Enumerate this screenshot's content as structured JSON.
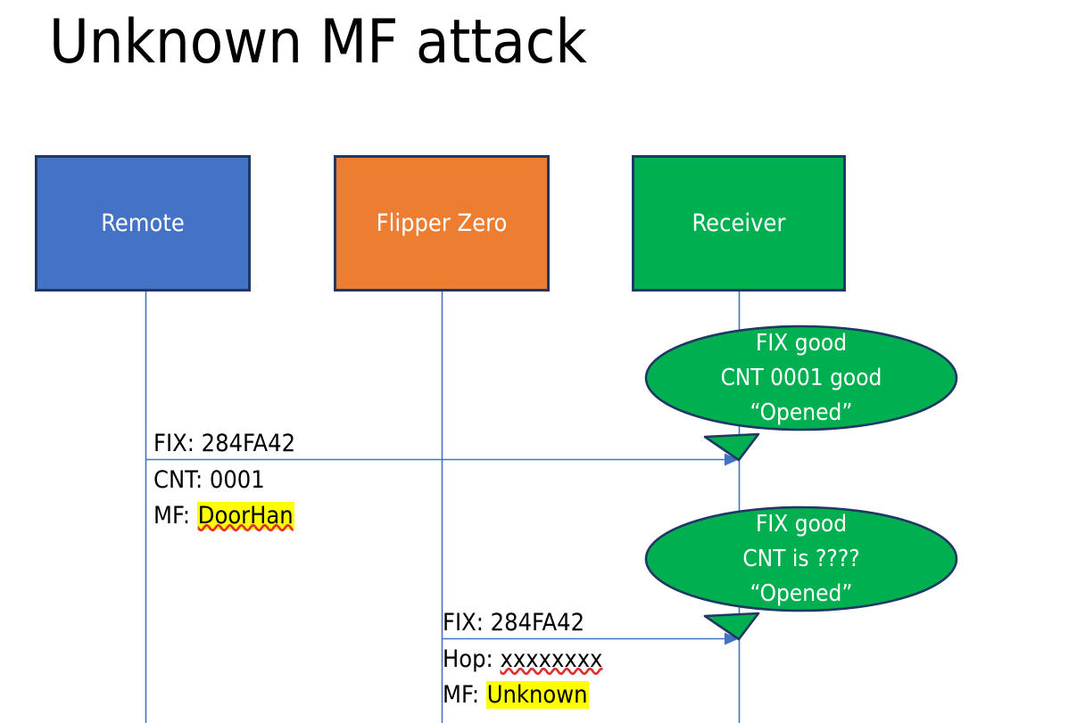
{
  "slide": {
    "title": "Unknown MF attack",
    "background_color": "#FFFFFF"
  },
  "colors": {
    "remote_fill": "#4472C4",
    "flipper_fill": "#ED7D31",
    "receiver_fill": "#00B050",
    "box_border": "#1F3864",
    "lifeline": "#4472C4",
    "arrow": "#4472C4",
    "highlight": "#FFFF00",
    "spellcheck_underline": "#E03030",
    "text_dark": "#000000",
    "text_light": "#FFFFFF"
  },
  "actors": [
    {
      "id": "remote",
      "label": "Remote"
    },
    {
      "id": "flipper",
      "label": "Flipper Zero"
    },
    {
      "id": "receiver",
      "label": "Receiver"
    }
  ],
  "messages": [
    {
      "id": "msg-1",
      "from": "remote",
      "to": "receiver",
      "lines": [
        {
          "prefix": "FIX: ",
          "value": "284FA42",
          "highlight": false,
          "spellcheck": false
        },
        {
          "prefix": "CNT: ",
          "value": "0001",
          "highlight": false,
          "spellcheck": false
        },
        {
          "prefix": "MF: ",
          "value": "DoorHan",
          "highlight": true,
          "spellcheck": true
        }
      ]
    },
    {
      "id": "msg-2",
      "from": "flipper",
      "to": "receiver",
      "lines": [
        {
          "prefix": "FIX: ",
          "value": "284FA42",
          "highlight": false,
          "spellcheck": false
        },
        {
          "prefix": "Hop: ",
          "value": "xxxxxxxx",
          "highlight": false,
          "spellcheck": true
        },
        {
          "prefix": "MF: ",
          "value": "Unknown",
          "highlight": true,
          "spellcheck": false
        }
      ]
    }
  ],
  "callouts": [
    {
      "id": "callout-1",
      "actor": "receiver",
      "lines": [
        "FIX good",
        "CNT 0001 good",
        "“Opened”"
      ]
    },
    {
      "id": "callout-2",
      "actor": "receiver",
      "lines": [
        "FIX good",
        "CNT is ????",
        "“Opened”"
      ]
    }
  ]
}
